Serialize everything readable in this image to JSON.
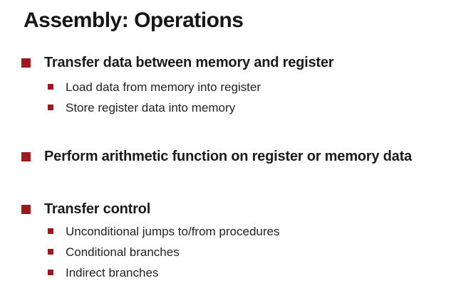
{
  "slide": {
    "title": "Assembly: Operations",
    "colors": {
      "background": "#ffffff",
      "bullet": "#9b1a1e",
      "title_text": "#161616",
      "body_text": "#1b1b1b"
    },
    "groups": [
      {
        "title": "Transfer data between memory and register",
        "items": [
          "Load data from memory into register",
          "Store register data into memory"
        ]
      },
      {
        "title": "Perform arithmetic function on register or memory data",
        "items": []
      },
      {
        "title": "Transfer control",
        "items": [
          "Unconditional jumps to/from procedures",
          "Conditional branches",
          "Indirect branches"
        ]
      }
    ]
  }
}
